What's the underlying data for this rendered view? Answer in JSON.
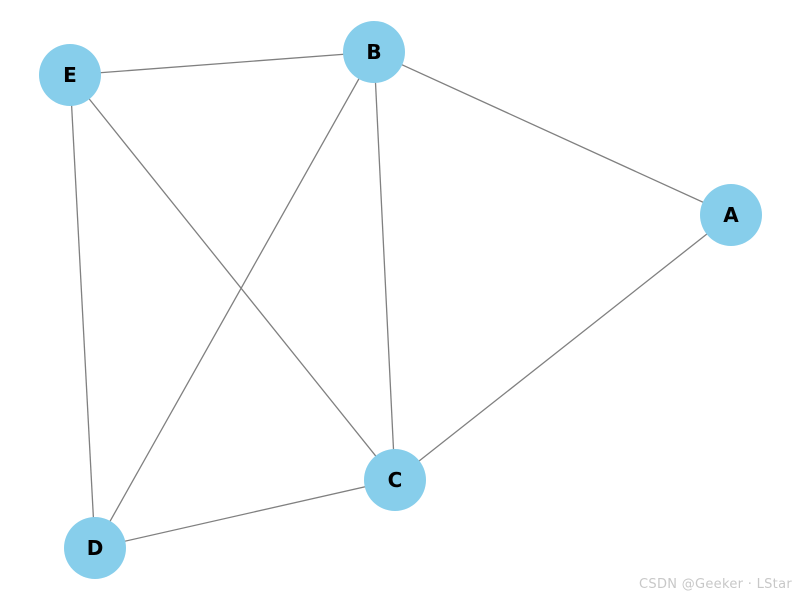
{
  "graph": {
    "nodes": [
      {
        "id": "A",
        "label": "A"
      },
      {
        "id": "B",
        "label": "B"
      },
      {
        "id": "C",
        "label": "C"
      },
      {
        "id": "D",
        "label": "D"
      },
      {
        "id": "E",
        "label": "E"
      }
    ],
    "edges": [
      [
        "E",
        "B"
      ],
      [
        "B",
        "A"
      ],
      [
        "B",
        "D"
      ],
      [
        "B",
        "C"
      ],
      [
        "E",
        "C"
      ],
      [
        "E",
        "D"
      ],
      [
        "A",
        "C"
      ],
      [
        "D",
        "C"
      ]
    ]
  },
  "colors": {
    "node_fill": "#87ceeb",
    "edge": "#808080",
    "label": "#000000"
  },
  "watermark": "CSDN @Geeker · LStar"
}
